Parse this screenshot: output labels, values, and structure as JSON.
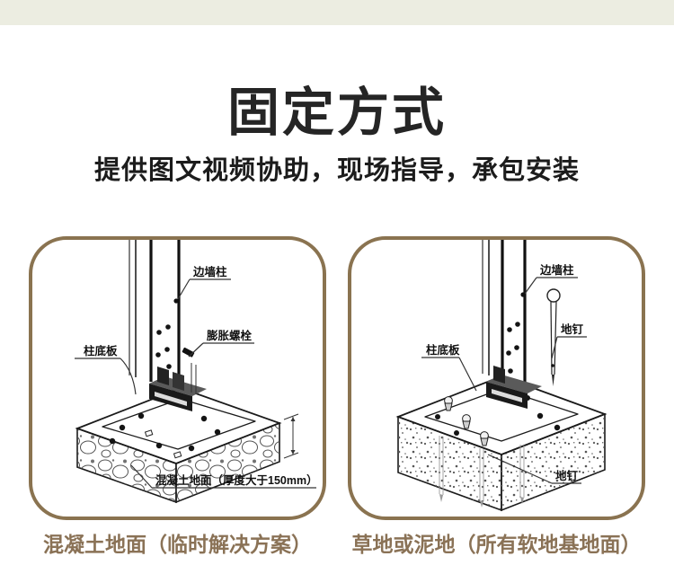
{
  "page": {
    "title": "固定方式",
    "subtitle": "提供图文视频协助，现场指导，承包安装",
    "accent_color": "#8a7350",
    "caption_color": "#8a7256",
    "top_strip_color": "#ecede1"
  },
  "panels": [
    {
      "caption": "混凝土地面（临时解决方案）",
      "labels": {
        "post": "边墙柱",
        "anchor_bolt": "膨胀螺栓",
        "base_plate": "柱底板",
        "ground": "混凝土地面（厚度大于150mm）"
      }
    },
    {
      "caption": "草地或泥地（所有软地基地面）",
      "labels": {
        "post": "边墙柱",
        "ground_nail_upper": "地钉",
        "base_plate": "柱底板",
        "ground_nail_lower": "地钉"
      }
    }
  ]
}
